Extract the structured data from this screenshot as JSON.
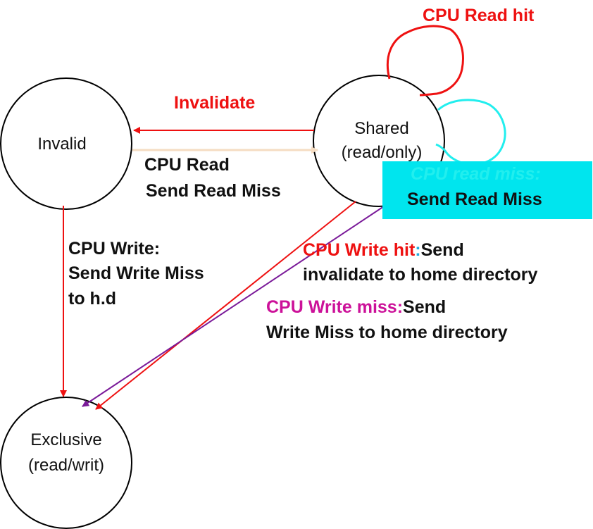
{
  "states": {
    "invalid": "Invalid",
    "shared_line1": "Shared",
    "shared_line2": "(read/only)",
    "exclusive_line1": "Exclusive",
    "exclusive_line2": "(read/writ)"
  },
  "transitions": {
    "read_hit": "CPU Read hit",
    "invalidate": "Invalidate",
    "cpu_read_line1": "CPU Read",
    "cpu_read_line2": "Send Read Miss",
    "read_miss_line1": "CPU read miss:",
    "read_miss_line2": "Send Read Miss",
    "cpu_write_line1": "CPU Write:",
    "cpu_write_line2": "Send Write Miss",
    "cpu_write_line3": "to h.d",
    "write_hit_label": "CPU Write hit",
    "write_hit_colon": ":",
    "write_hit_send": "Send",
    "write_hit_line2": "invalidate to home directory",
    "write_miss_label": "CPU Write miss:",
    "write_miss_send": "Send",
    "write_miss_line2": "Write Miss to home directory"
  },
  "colors": {
    "red": "#ee1111",
    "magenta": "#cc1199",
    "purple": "#7a1a99",
    "cyan": "#22eeee",
    "highlight": "#00e5ee",
    "pale": "#f5dcc2",
    "text": "#111111"
  }
}
